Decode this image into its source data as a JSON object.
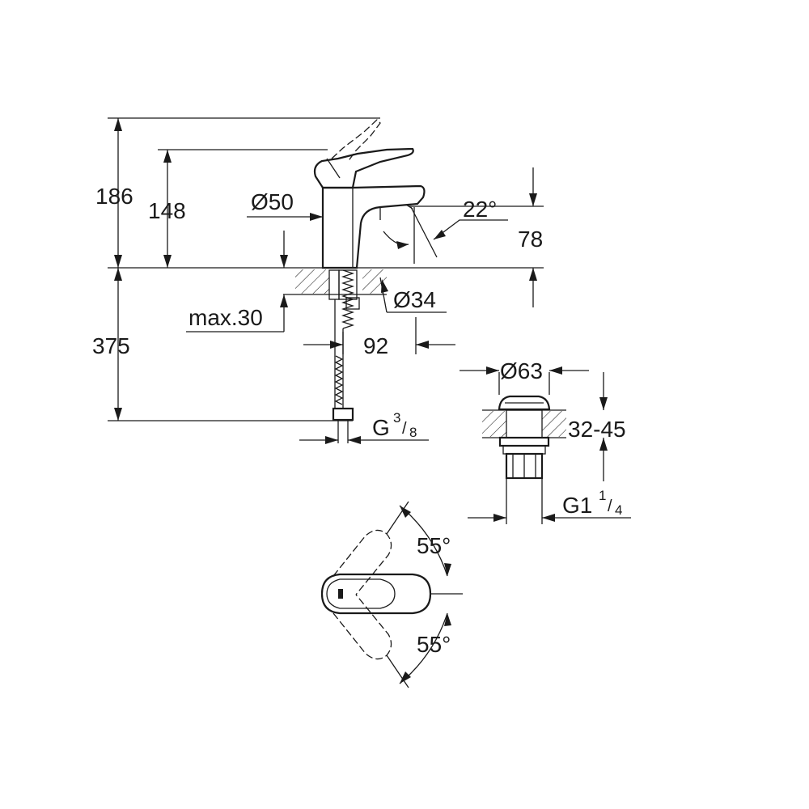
{
  "dimensions": {
    "total_height": "186",
    "spout_height": "148",
    "body_diameter": "Ø50",
    "spout_angle": "22°",
    "spout_clearance": "78",
    "hole_diameter": "Ø34",
    "max_deck_thickness": "max.30",
    "spout_reach": "92",
    "hose_length": "375",
    "hose_thread": {
      "base": "G",
      "num": "3",
      "den": "8"
    },
    "waste_diameter": "Ø63",
    "waste_thickness_range": "32-45",
    "waste_thread": {
      "base": "G1",
      "num": "1",
      "den": "4"
    },
    "lever_angle_top": "55°",
    "lever_angle_bottom": "55°"
  }
}
